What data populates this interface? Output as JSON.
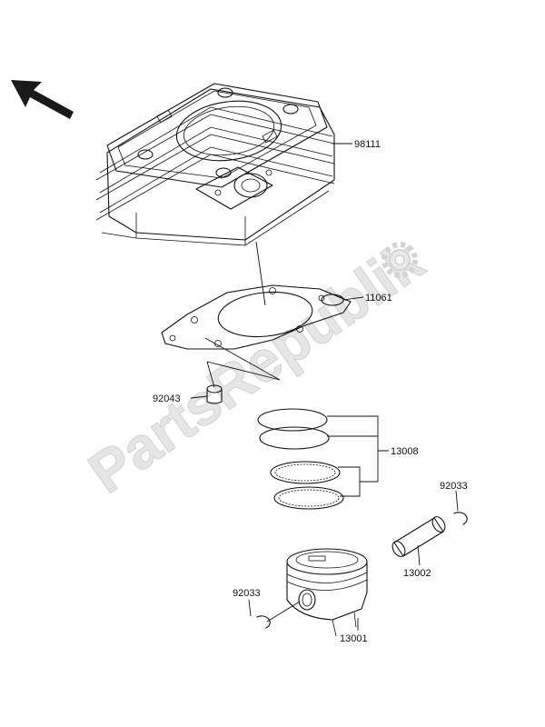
{
  "watermark": {
    "text": "PartsRepublik"
  },
  "parts": [
    {
      "id": "cylinder",
      "number": "98111"
    },
    {
      "id": "cylinder-gasket",
      "number": "11061"
    },
    {
      "id": "dowel-pin",
      "number": "92043"
    },
    {
      "id": "piston-rings",
      "number": "13008"
    },
    {
      "id": "circlip-right",
      "number": "92033"
    },
    {
      "id": "piston-pin",
      "number": "13002"
    },
    {
      "id": "circlip-left",
      "number": "92033"
    },
    {
      "id": "piston",
      "number": "13001"
    }
  ]
}
